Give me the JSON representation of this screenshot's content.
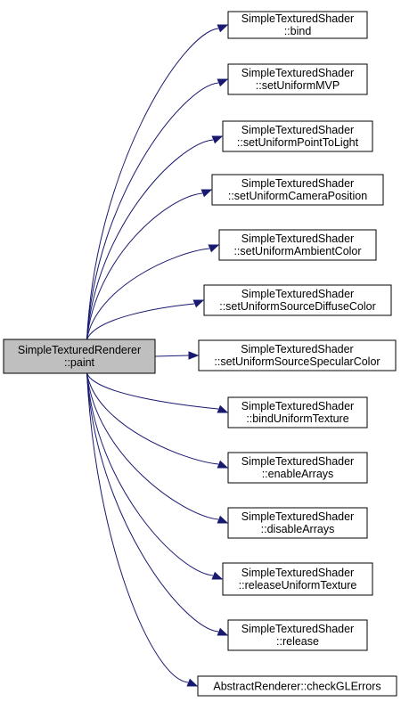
{
  "root": {
    "id": "root",
    "line1": "SimpleTexturedRenderer",
    "line2": "::paint"
  },
  "callees": [
    {
      "id": "bind",
      "line1": "SimpleTexturedShader",
      "line2": "::bind"
    },
    {
      "id": "setUniformMVP",
      "line1": "SimpleTexturedShader",
      "line2": "::setUniformMVP"
    },
    {
      "id": "setUniformPointToLight",
      "line1": "SimpleTexturedShader",
      "line2": "::setUniformPointToLight"
    },
    {
      "id": "setUniformCameraPosition",
      "line1": "SimpleTexturedShader",
      "line2": "::setUniformCameraPosition"
    },
    {
      "id": "setUniformAmbientColor",
      "line1": "SimpleTexturedShader",
      "line2": "::setUniformAmbientColor"
    },
    {
      "id": "setUniformSourceDiffuseColor",
      "line1": "SimpleTexturedShader",
      "line2": "::setUniformSourceDiffuseColor"
    },
    {
      "id": "setUniformSourceSpecularColor",
      "line1": "SimpleTexturedShader",
      "line2": "::setUniformSourceSpecularColor"
    },
    {
      "id": "bindUniformTexture",
      "line1": "SimpleTexturedShader",
      "line2": "::bindUniformTexture"
    },
    {
      "id": "enableArrays",
      "line1": "SimpleTexturedShader",
      "line2": "::enableArrays"
    },
    {
      "id": "disableArrays",
      "line1": "SimpleTexturedShader",
      "line2": "::disableArrays"
    },
    {
      "id": "releaseUniformTexture",
      "line1": "SimpleTexturedShader",
      "line2": "::releaseUniformTexture"
    },
    {
      "id": "release",
      "line1": "SimpleTexturedShader",
      "line2": "::release"
    },
    {
      "id": "checkGLErrors",
      "line1": "AbstractRenderer::checkGLErrors",
      "line2": ""
    }
  ],
  "colors": {
    "edge": "#191970",
    "root_fill": "#bfbfbf",
    "node_fill": "#ffffff",
    "node_border": "#000000"
  }
}
